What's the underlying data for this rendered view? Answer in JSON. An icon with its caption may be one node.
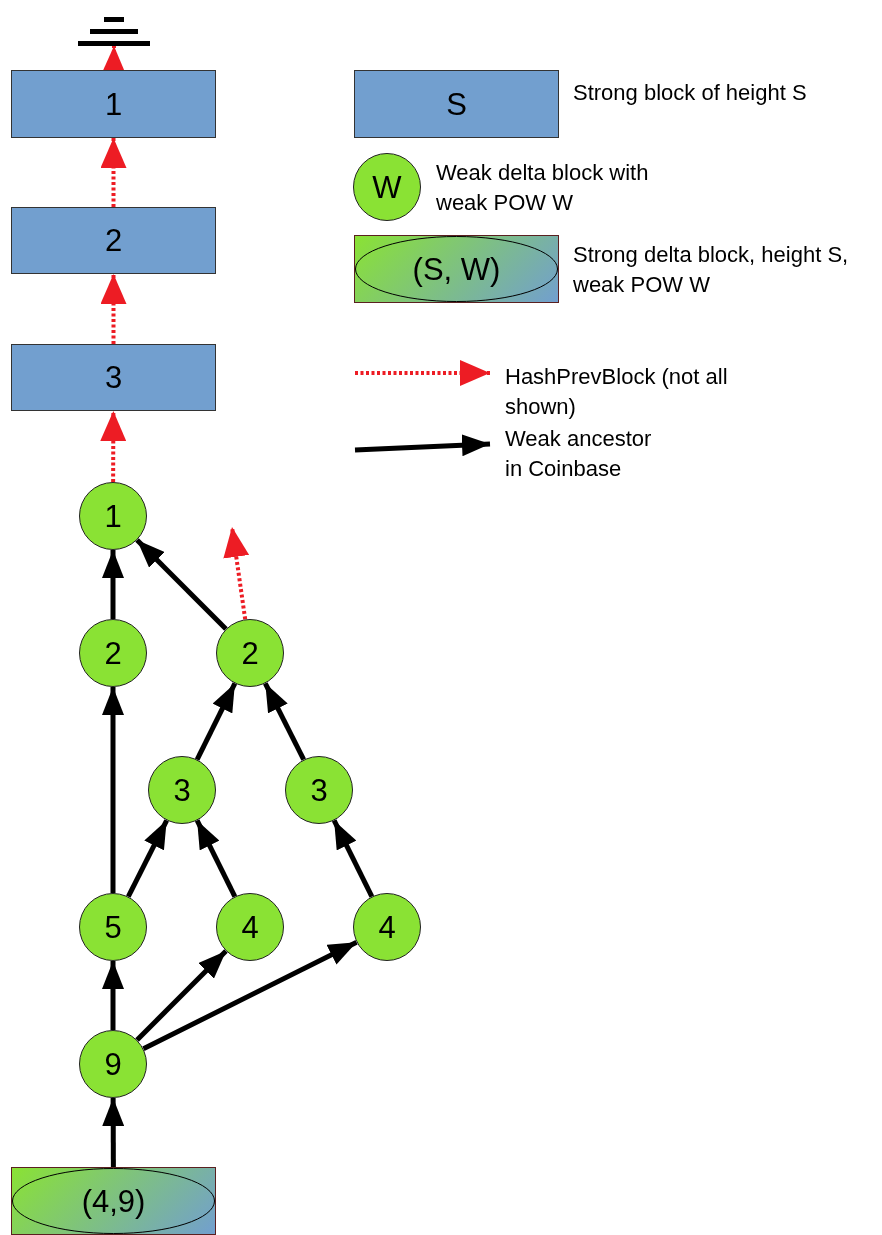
{
  "diagram": {
    "nodes": [
      {
        "text": [
          "1"
        ]
      },
      {
        "text": [
          "2"
        ]
      },
      {
        "text": [
          "3"
        ]
      },
      {
        "text": [
          "1"
        ]
      },
      {
        "text": [
          "2"
        ]
      },
      {
        "text": [
          "2"
        ]
      },
      {
        "text": [
          "3"
        ]
      },
      {
        "text": [
          "3"
        ]
      },
      {
        "text": [
          "5"
        ]
      },
      {
        "text": [
          "4"
        ]
      },
      {
        "text": [
          "4"
        ]
      },
      {
        "text": [
          "9"
        ]
      },
      {
        "text": [
          "(4,9)"
        ]
      },
      {
        "text": [],
        "shape": "ground"
      }
    ],
    "edges": [
      {
        "from": 0,
        "to": 13,
        "arrow": "to",
        "style": "dashed",
        "color": "#ed1c24"
      },
      {
        "from": 1,
        "to": 0,
        "arrow": "to",
        "style": "dashed",
        "color": "#ed1c24"
      },
      {
        "from": 2,
        "to": 1,
        "arrow": "to",
        "style": "dashed",
        "color": "#ed1c24"
      },
      {
        "from": 3,
        "to": 2,
        "arrow": "to",
        "style": "dashed",
        "color": "#ed1c24"
      },
      {
        "from": 4,
        "to": 3,
        "arrow": "to"
      },
      {
        "from": 5,
        "to": 3,
        "arrow": "to"
      },
      {
        "from": 5,
        "to": null,
        "arrow": "to",
        "style": "dashed",
        "color": "#ed1c24"
      },
      {
        "from": 6,
        "to": 5,
        "arrow": "to"
      },
      {
        "from": 7,
        "to": 5,
        "arrow": "to"
      },
      {
        "from": 8,
        "to": 4,
        "arrow": "to"
      },
      {
        "from": 8,
        "to": 6,
        "arrow": "to"
      },
      {
        "from": 9,
        "to": 6,
        "arrow": "to"
      },
      {
        "from": 10,
        "to": 7,
        "arrow": "to"
      },
      {
        "from": 11,
        "to": 8,
        "arrow": "to"
      },
      {
        "from": 11,
        "to": 9,
        "arrow": "to"
      },
      {
        "from": 11,
        "to": 10,
        "arrow": "to"
      },
      {
        "from": 12,
        "to": 11,
        "arrow": "to"
      }
    ],
    "labels": [
      "S",
      "W",
      "(S, W)"
    ],
    "legend": [
      {
        "text": "Strong block of height S"
      },
      {
        "text": "Weak delta block with weak POW W"
      },
      {
        "text": "Strong delta block, height S, weak POW W"
      },
      {
        "text": "HashPrevBlock (not all shown)"
      },
      {
        "text": "Weak ancestor in Coinbase"
      }
    ]
  }
}
